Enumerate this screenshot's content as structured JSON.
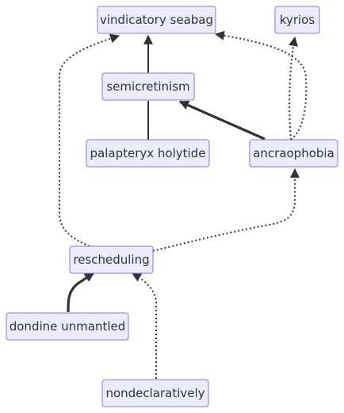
{
  "colors": {
    "node_fill": "#ECECFF",
    "node_border": "#9370DB",
    "edge": "#333333",
    "text": "#333333",
    "background": "#ffffff"
  },
  "nodes": {
    "vindicatory_seabag": "vindicatory seabag",
    "kyrios": "kyrios",
    "semicretinism": "semicretinism",
    "palapteryx_holytide": "palapteryx holytide",
    "ancraophobia": "ancraophobia",
    "rescheduling": "rescheduling",
    "dondine_unmantled": "dondine unmantled",
    "nondeclaratively": "nondeclaratively"
  },
  "edges": [
    {
      "from": "semicretinism",
      "to": "vindicatory seabag",
      "style": "solid"
    },
    {
      "from": "palapteryx holytide",
      "to": "semicretinism",
      "style": "solid"
    },
    {
      "from": "ancraophobia",
      "to": "semicretinism",
      "style": "thick"
    },
    {
      "from": "ancraophobia",
      "to": "vindicatory seabag",
      "style": "dotted"
    },
    {
      "from": "ancraophobia",
      "to": "kyrios",
      "style": "dotted"
    },
    {
      "from": "rescheduling",
      "to": "vindicatory seabag",
      "style": "dotted"
    },
    {
      "from": "rescheduling",
      "to": "ancraophobia",
      "style": "dotted"
    },
    {
      "from": "dondine unmantled",
      "to": "rescheduling",
      "style": "thick"
    },
    {
      "from": "nondeclaratively",
      "to": "rescheduling",
      "style": "dotted"
    }
  ]
}
